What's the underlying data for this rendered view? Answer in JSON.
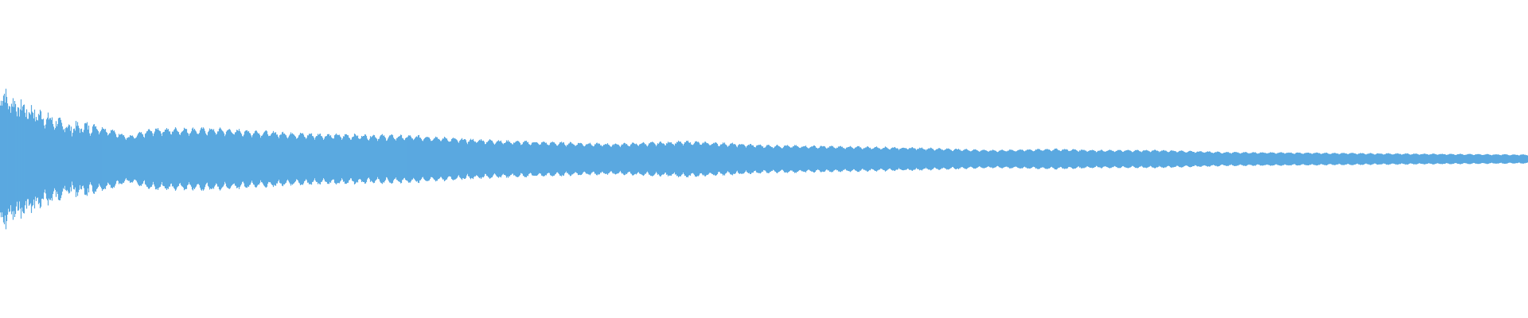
{
  "waveform": {
    "color": "#5aa9e0",
    "background": "#ffffff",
    "envelope_note": "",
    "envelope": [
      [
        0.0,
        0.54
      ],
      [
        0.008,
        0.46
      ],
      [
        0.03,
        0.34
      ],
      [
        0.045,
        0.26
      ],
      [
        0.06,
        0.27
      ],
      [
        0.07,
        0.24
      ],
      [
        0.085,
        0.18
      ],
      [
        0.1,
        0.24
      ],
      [
        0.14,
        0.24
      ],
      [
        0.2,
        0.2
      ],
      [
        0.28,
        0.18
      ],
      [
        0.3,
        0.16
      ],
      [
        0.34,
        0.14
      ],
      [
        0.4,
        0.12
      ],
      [
        0.45,
        0.14
      ],
      [
        0.5,
        0.11
      ],
      [
        0.55,
        0.1
      ],
      [
        0.6,
        0.09
      ],
      [
        0.65,
        0.07
      ],
      [
        0.69,
        0.08
      ],
      [
        0.72,
        0.07
      ],
      [
        0.76,
        0.07
      ],
      [
        0.8,
        0.055
      ],
      [
        0.86,
        0.05
      ],
      [
        0.9,
        0.045
      ],
      [
        0.95,
        0.04
      ],
      [
        1.0,
        0.035
      ]
    ],
    "modulation_cycles": 170
  }
}
